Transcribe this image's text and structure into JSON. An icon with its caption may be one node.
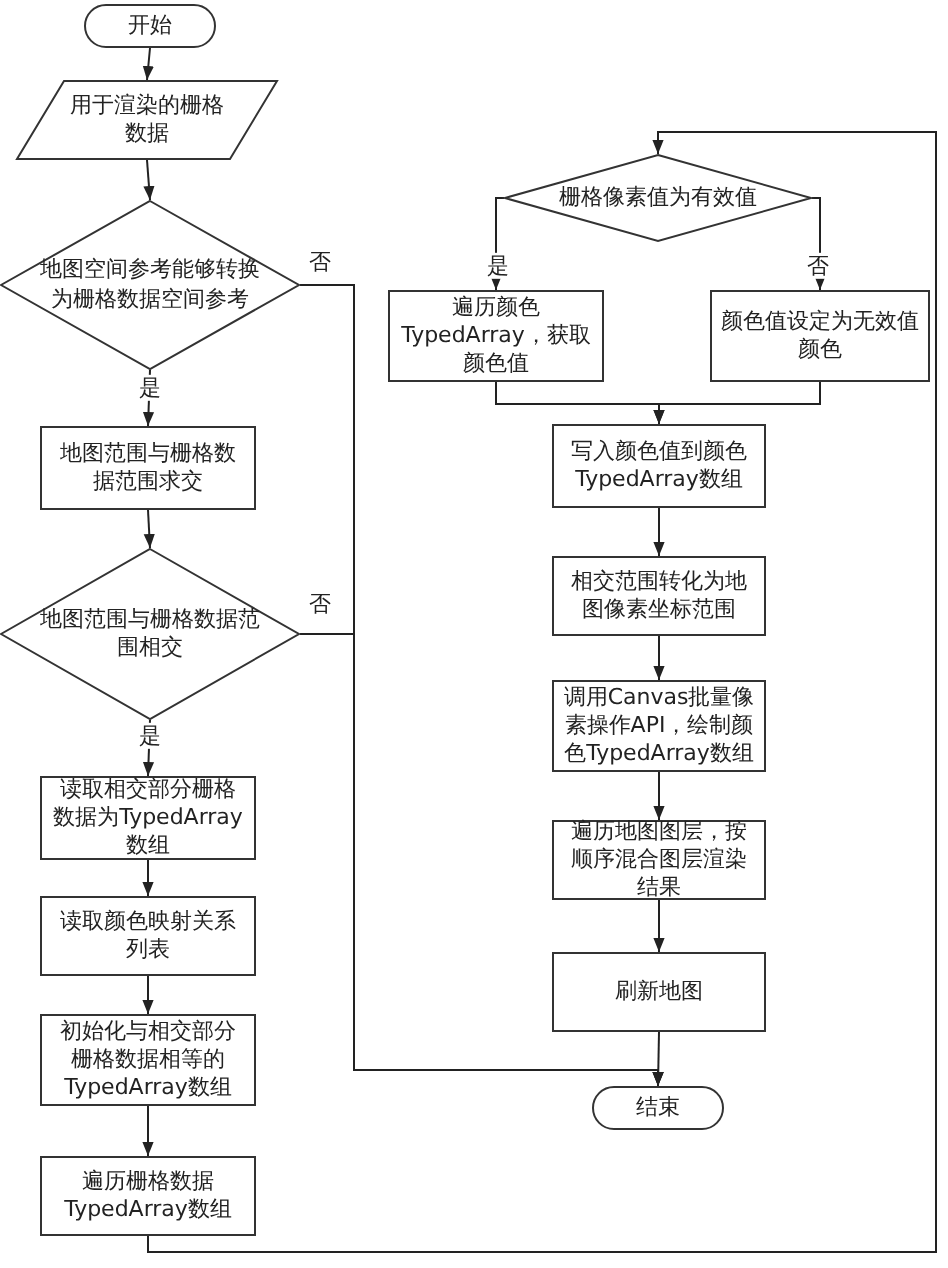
{
  "diagram": {
    "nodes": [
      {
        "text": [
          "开始"
        ]
      },
      {
        "text": [
          "用于渲染的栅格数据"
        ]
      },
      {
        "text": [
          "地图空间参考能够转换为栅格数据空间参考"
        ]
      },
      {
        "text": [
          "地图范围与栅格数据范围求交"
        ]
      },
      {
        "text": [
          "地图范围与栅格数据范围相交"
        ]
      },
      {
        "text": [
          "读取相交部分栅格数据为TypedArray数组"
        ]
      },
      {
        "text": [
          "读取颜色映射关系列表"
        ]
      },
      {
        "text": [
          "初始化与相交部分栅格数据相等的TypedArray数组"
        ]
      },
      {
        "text": [
          "遍历栅格数据TypedArray数组"
        ]
      },
      {
        "text": [
          "栅格像素值为有效值"
        ]
      },
      {
        "text": [
          "遍历颜色TypedArray，获取颜色值"
        ]
      },
      {
        "text": [
          "颜色值设定为无效值颜色"
        ]
      },
      {
        "text": [
          "写入颜色值到颜色TypedArray数组"
        ]
      },
      {
        "text": [
          "相交范围转化为地图像素坐标范围"
        ]
      },
      {
        "text": [
          "调用Canvas批量像素操作API，绘制颜色TypedArray数组"
        ]
      },
      {
        "text": [
          "遍历地图图层，按顺序混合图层渲染结果"
        ]
      },
      {
        "text": [
          "刷新地图"
        ]
      },
      {
        "text": [
          "结束"
        ]
      }
    ],
    "edges": [
      {
        "from": 0,
        "to": 1,
        "arrow": "to"
      },
      {
        "from": 1,
        "to": 2,
        "arrow": "to"
      },
      {
        "from": 2,
        "to": 3,
        "arrow": "to",
        "label": "是"
      },
      {
        "from": 2,
        "to": 17,
        "arrow": "to",
        "label": "否"
      },
      {
        "from": 3,
        "to": 4,
        "arrow": "to"
      },
      {
        "from": 4,
        "to": 5,
        "arrow": "to",
        "label": "是"
      },
      {
        "from": 4,
        "to": 17,
        "arrow": "to",
        "label": "否"
      },
      {
        "from": 5,
        "to": 6,
        "arrow": "to"
      },
      {
        "from": 6,
        "to": 7,
        "arrow": "to"
      },
      {
        "from": 7,
        "to": 8,
        "arrow": "to"
      },
      {
        "from": 8,
        "to": 9,
        "arrow": "to"
      },
      {
        "from": 9,
        "to": 10,
        "arrow": "to",
        "label": "是"
      },
      {
        "from": 9,
        "to": 11,
        "arrow": "to",
        "label": "否"
      },
      {
        "from": 10,
        "to": 12,
        "arrow": "to"
      },
      {
        "from": 11,
        "to": 12,
        "arrow": "to"
      },
      {
        "from": 12,
        "to": 13,
        "arrow": "to"
      },
      {
        "from": 13,
        "to": 14,
        "arrow": "to"
      },
      {
        "from": 14,
        "to": 15,
        "arrow": "to"
      },
      {
        "from": 15,
        "to": 16,
        "arrow": "to"
      },
      {
        "from": 16,
        "to": 17,
        "arrow": "to"
      }
    ]
  }
}
